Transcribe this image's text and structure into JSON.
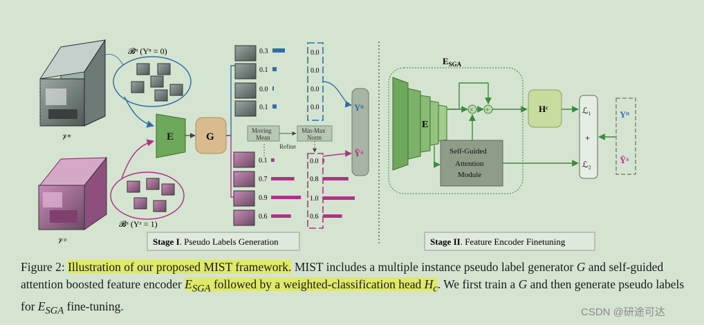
{
  "stage1": {
    "normal_bag_label": "𝓑ⁿ (Yⁿ = 0)",
    "abnormal_bag_label": "𝓑ᵃ (Yᵃ = 1)",
    "normal_video_label": "𝒱ⁿ",
    "abnormal_video_label": "𝒱ᵃ",
    "encoder_label": "E",
    "generator_label": "G",
    "normal_scores": [
      "0.3",
      "0.1",
      "0.0",
      "0.1"
    ],
    "normal_score_values": [
      0.3,
      0.1,
      0.0,
      0.1
    ],
    "normal_norm_scores": [
      "0.0",
      "0.0",
      "0.0",
      "0.0"
    ],
    "abnormal_scores": [
      "0.1",
      "0.7",
      "0.9",
      "0.6"
    ],
    "abnormal_score_values": [
      0.1,
      0.7,
      0.9,
      0.6
    ],
    "abnormal_norm_scores": [
      "0.0",
      "0.8",
      "1.0",
      "0.6"
    ],
    "abnormal_norm_values": [
      0.0,
      0.8,
      1.0,
      0.6
    ],
    "moving_mean_label": [
      "Moving",
      "Mean"
    ],
    "minmax_label": [
      "Min-Max",
      "Norm"
    ],
    "refine_label": "Refine",
    "y_normal": "Yⁿ",
    "y_abnormal": "Ŷᵃ",
    "title_bold": "Stage I",
    "title_rest": ". Pseudo Labels Generation"
  },
  "stage2": {
    "esga_main": "E",
    "esga_sub": "SGA",
    "encoder_label": "E",
    "sga_label": [
      "Self-Guided",
      "Attention",
      "Module"
    ],
    "head_label": "Hᶜ",
    "loss1": "ℒ₁",
    "plus": "+",
    "loss2": "ℒ₂",
    "y_normal": "Yⁿ",
    "y_abnormal": "Ŷᵃ",
    "title_bold": "Stage II",
    "title_rest": ". Feature Encoder Finetuning"
  },
  "caption": {
    "prefix": "Figure 2: ",
    "highlight1": "Illustration of our proposed MIST framework.",
    "text1": " MIST includes a multiple instance pseudo label generator ",
    "g1": "G",
    "text2": " and self-guided attention boosted feature encoder ",
    "highlight2_math": "E",
    "highlight2_sub": "SGA",
    "highlight2_text": " followed by a weighted-classification head ",
    "highlight2_h": "H",
    "highlight2_hsub": "c",
    "text3": ". We first train a ",
    "g2": "G",
    "text4": " and then generate pseudo labels for ",
    "e2": "E",
    "e2_sub": "SGA",
    "text5": " fine-tuning."
  },
  "watermark": "CSDN @研途可达",
  "colors": {
    "background": "#d5e4d0",
    "normal_blue": "#2f6fa8",
    "abnormal_magenta": "#b0338a",
    "encoder_green": "#6ea85a",
    "generator_tan": "#d9bb8f",
    "module_gray": "#8e9c88",
    "head_green": "#c9dca0"
  }
}
